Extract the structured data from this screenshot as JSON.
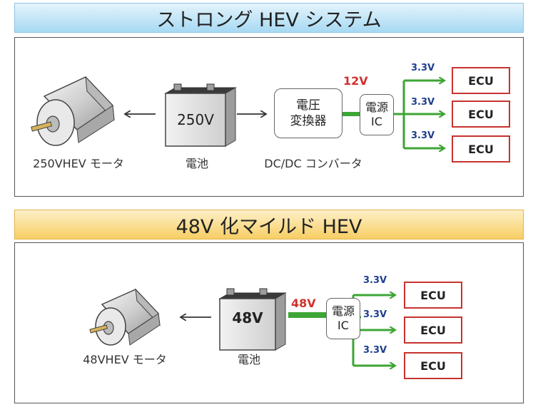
{
  "strong": {
    "title": "ストロング HEV システム",
    "motor_label": "250VHEV モータ",
    "battery_value": "250V",
    "battery_label": "電池",
    "converter_line1": "電圧",
    "converter_line2": "変換器",
    "converter_label": "DC/DC コンバータ",
    "bus_voltage": "12V",
    "power_ic_line1": "電源",
    "power_ic_line2": "IC",
    "outputs": [
      {
        "voltage": "3.3V",
        "ecu": "ECU"
      },
      {
        "voltage": "3.3V",
        "ecu": "ECU"
      },
      {
        "voltage": "3.3V",
        "ecu": "ECU"
      }
    ]
  },
  "mild": {
    "title": "48V 化マイルド HEV",
    "motor_label": "48VHEV モータ",
    "battery_value": "48V",
    "battery_label": "電池",
    "bus_voltage": "48V",
    "power_ic_line1": "電源",
    "power_ic_line2": "IC",
    "outputs": [
      {
        "voltage": "3.3V",
        "ecu": "ECU"
      },
      {
        "voltage": "3.3V",
        "ecu": "ECU"
      },
      {
        "voltage": "3.3V",
        "ecu": "ECU"
      }
    ]
  },
  "colors": {
    "line_green": "#3da535",
    "ecu_border": "#c7332f",
    "voltage_red": "#d0312d",
    "voltage_blue": "#1f3f8f"
  }
}
